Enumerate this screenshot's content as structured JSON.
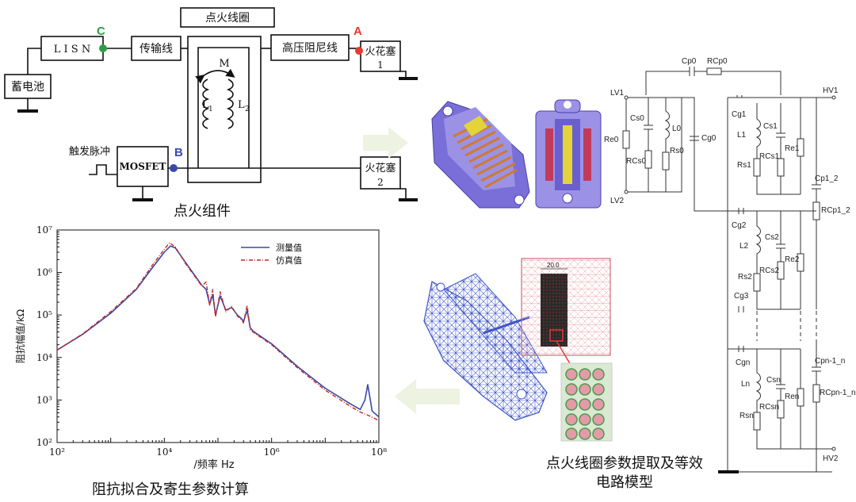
{
  "ignition": {
    "coil_title": "点火线圈",
    "lisn": "L I S N",
    "transmission_line": "传输线",
    "hv_resistor_line": "高压阻尼线",
    "spark_plug_1": "火花塞",
    "spark_plug_1_num": "1",
    "spark_plug_2": "火花塞",
    "spark_plug_2_num": "2",
    "battery": "蓄电池",
    "trigger_pulse": "触发脉冲",
    "mosfet": "MOSFET",
    "mutual": "M",
    "l1": "L",
    "l1_sub": "1",
    "l2": "L",
    "l2_sub": "2",
    "node_a": "A",
    "node_b": "B",
    "node_c": "C",
    "caption": "点火组件",
    "colors": {
      "node_a": "#e53935",
      "node_b": "#3949ab",
      "node_c": "#2e9d4a"
    }
  },
  "equivalent_circuit": {
    "labels": [
      "Cp0",
      "RCp0",
      "LV1",
      "LV2",
      "Cs0",
      "L0",
      "Re0",
      "RCs0",
      "Rs0",
      "Cg0",
      "Cg1",
      "Cs1",
      "L1",
      "Re1",
      "RCs1",
      "Rs1",
      "Cp1_2",
      "RCp1_2",
      "Cg2",
      "Cs2",
      "L2",
      "Re2",
      "RCs2",
      "Rs2",
      "Cg3",
      "Cgn",
      "Csn",
      "Ln",
      "Ren",
      "RCsn",
      "Rsn",
      "Cpn-1_n",
      "RCpn-1_n",
      "HV1",
      "HV2"
    ],
    "caption_line1": "点火线圈参数提取及等效",
    "caption_line2": "电路模型"
  },
  "fem": {
    "dimension": "20.0"
  },
  "chart_data": {
    "type": "line",
    "title": "",
    "xlabel": "/频率 Hz",
    "ylabel": "阻抗幅值/kΩ",
    "xscale": "log",
    "yscale": "log",
    "xlim": [
      100,
      100000000
    ],
    "ylim": [
      100,
      10000000
    ],
    "xticks": [
      "10²",
      "10⁴",
      "10⁶",
      "10⁸"
    ],
    "yticks": [
      "10²",
      "10³",
      "10⁴",
      "10⁵",
      "10⁶",
      "10⁷"
    ],
    "legend_position": "top-right",
    "series": [
      {
        "name": "测量值",
        "color": "#3848a8",
        "style": "solid",
        "x": [
          100,
          300,
          1000,
          3000,
          6000,
          10000,
          13000,
          16000,
          25000,
          50000,
          60000,
          70000,
          80000,
          90000,
          110000,
          140000,
          180000,
          230000,
          280000,
          300000,
          350000,
          400000,
          450000,
          500000,
          1000000,
          3000000,
          10000000,
          30000000,
          45000000,
          55000000,
          62000000,
          67000000,
          75000000,
          100000000
        ],
        "y": [
          15000,
          35000,
          110000,
          400000,
          1300000,
          3000000,
          4200000,
          3800000,
          1700000,
          500000,
          400000,
          180000,
          300000,
          100000,
          280000,
          130000,
          150000,
          100000,
          80000,
          70000,
          130000,
          50000,
          42000,
          38000,
          21000,
          6200,
          1900,
          800,
          600,
          1000,
          2300,
          1300,
          550,
          400
        ]
      },
      {
        "name": "仿真值",
        "color": "#c62828",
        "style": "dashdot",
        "x": [
          100,
          300,
          1000,
          3000,
          6000,
          10000,
          12500,
          16000,
          25000,
          50000,
          60000,
          70000,
          80000,
          90000,
          110000,
          140000,
          180000,
          230000,
          280000,
          300000,
          350000,
          400000,
          450000,
          500000,
          1000000,
          3000000,
          10000000,
          30000000,
          45000000,
          60000000,
          100000000
        ],
        "y": [
          15000,
          36000,
          120000,
          420000,
          1500000,
          3500000,
          5000000,
          4000000,
          1600000,
          480000,
          600000,
          170000,
          400000,
          90000,
          350000,
          120000,
          160000,
          95000,
          75000,
          65000,
          170000,
          45000,
          40000,
          36000,
          20000,
          5800,
          1700,
          700,
          520,
          450,
          330
        ]
      }
    ]
  },
  "chart_caption": "阻抗拟合及寄生参数计算"
}
